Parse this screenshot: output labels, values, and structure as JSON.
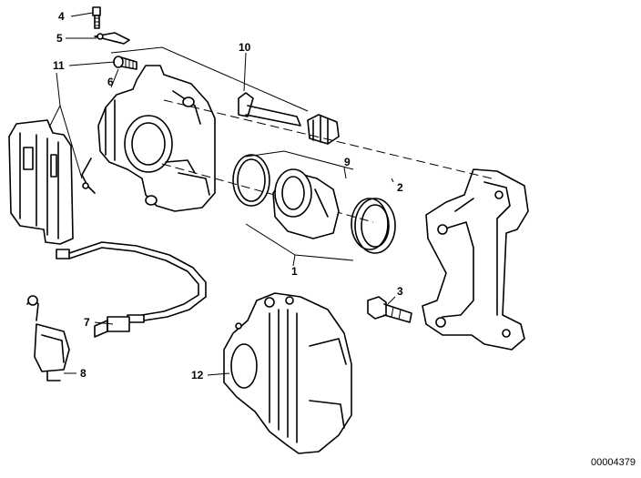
{
  "callouts": {
    "c1": "1",
    "c2": "2",
    "c3": "3",
    "c4": "4",
    "c5": "5",
    "c6": "6",
    "c7": "7",
    "c8": "8",
    "c9": "9",
    "c10": "10",
    "c11": "11",
    "c12": "12"
  },
  "document_number": "00004379"
}
